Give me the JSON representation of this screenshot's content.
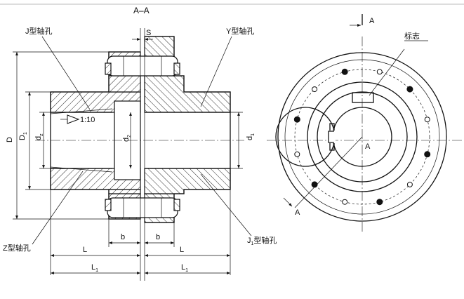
{
  "section_view": {
    "title": "A–A",
    "labels": {
      "j_bore": "J型轴孔",
      "y_bore": "Y型轴孔",
      "z_bore": "Z型轴孔",
      "j1_bore_main": "J",
      "j1_bore_sub": "1",
      "j1_bore_rest": "型轴孔",
      "gap": "S",
      "taper": "1:10"
    },
    "dimensions": {
      "D": "D",
      "D1_main": "D",
      "D1_sub": "1",
      "dz_main": "d",
      "dz_sub": "z",
      "d2_main": "d",
      "d2_sub": "2",
      "d1_main": "d",
      "d1_sub": "1",
      "L_left": "L",
      "L_right": "L",
      "b_left": "b",
      "b_right": "b",
      "L1_left_main": "L",
      "L1_left_sub": "1",
      "L1_right_main": "L",
      "L1_right_sub": "1"
    }
  },
  "end_view": {
    "section_arrow_top": "A",
    "section_arrow_bottom": "A",
    "center_label": "A",
    "mark_label": "标志"
  }
}
